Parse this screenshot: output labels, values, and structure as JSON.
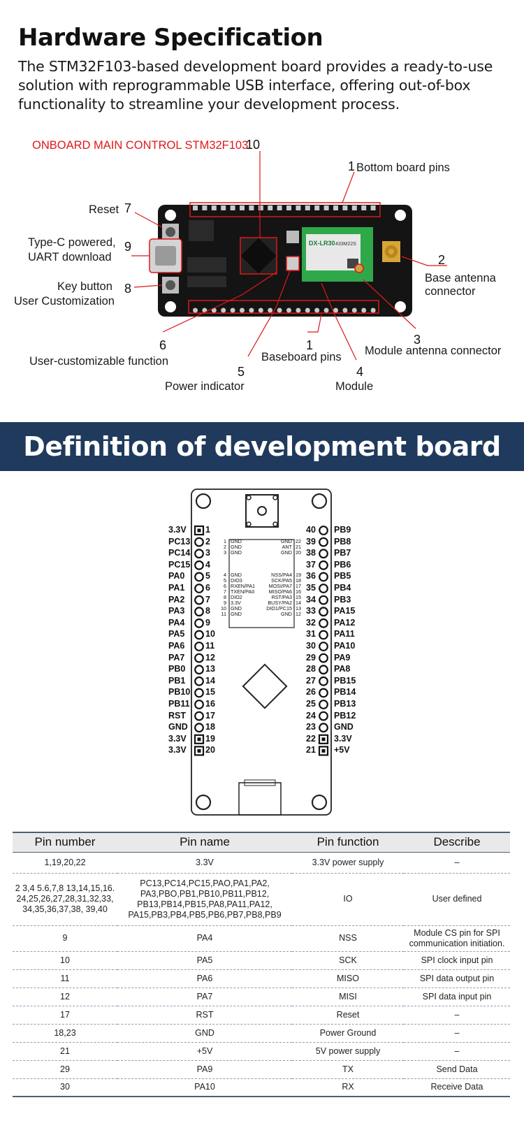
{
  "header": {
    "title": "Hardware Specification",
    "description": "The STM32F103-based development board provides a ready-to-use solution with reprogrammable USB interface, offering out-of-box functionality to streamline your development process."
  },
  "board": {
    "callouts": {
      "main_control": "ONBOARD MAIN CONTROL STM32F103",
      "main_control_num": "10",
      "bottom_pins": "Bottom board pins",
      "bottom_pins_num": "1",
      "reset": "Reset",
      "reset_num": "7",
      "typec_1": "Type-C powered,",
      "typec_2": "UART download",
      "typec_num": "9",
      "key_1": "Key button",
      "key_2": "User Customization",
      "key_num": "8",
      "base_ant_1": "Base antenna",
      "base_ant_2": "connector",
      "base_ant_num": "2",
      "user_func": "User-customizable function",
      "user_func_num": "6",
      "baseboard_pins": "Baseboard pins",
      "baseboard_pins_num": "1",
      "module_ant": "Module antenna connector",
      "module_ant_num": "3",
      "power_ind": "Power indicator",
      "power_ind_num": "5",
      "module": "Module",
      "module_num": "4"
    },
    "module_label": "DX-LR30",
    "module_sub": "433M22S"
  },
  "banner": {
    "title": "Definition of development board pins"
  },
  "pins": {
    "left": [
      "3.3V",
      "PC13",
      "PC14",
      "PC15",
      "PA0",
      "PA1",
      "PA2",
      "PA3",
      "PA4",
      "PA5",
      "PA6",
      "PA7",
      "PB0",
      "PB1",
      "PB10",
      "PB11",
      "RST",
      "GND",
      "3.3V",
      "3.3V"
    ],
    "right": [
      "PB9",
      "PB8",
      "PB7",
      "PB6",
      "PB5",
      "PB4",
      "PB3",
      "PA15",
      "PA12",
      "PA11",
      "PA10",
      "PA9",
      "PA8",
      "PB15",
      "PB14",
      "PB13",
      "PB12",
      "GND",
      "3.3V",
      "+5V"
    ],
    "module_left": [
      "GND",
      "GND",
      "GND",
      "GND",
      "DIO3",
      "RXEN/PA1",
      "TXEN/PA0",
      "DIO2",
      "3.3V",
      "GND",
      "GND"
    ],
    "module_left_num": [
      "1",
      "2",
      "3",
      "4",
      "5",
      "6",
      "7",
      "8",
      "9",
      "10",
      "11"
    ],
    "module_right": [
      "GND",
      "ANT",
      "GND",
      "NSS/PA4",
      "SCK/PA5",
      "MOSI/PA7",
      "MISO/PA6",
      "RST/PA3",
      "BUSY/PA2",
      "DIO1/PC15",
      "GND"
    ],
    "module_right_num": [
      "22",
      "21",
      "20",
      "19",
      "18",
      "17",
      "16",
      "15",
      "14",
      "13",
      "12"
    ]
  },
  "table": {
    "headers": [
      "Pin number",
      "Pin name",
      "Pin function",
      "Describe"
    ],
    "rows": [
      [
        "1,19,20,22",
        "3.3V",
        "3.3V power supply",
        "–"
      ],
      [
        "2 3,4 5.6,7,8 13,14,15,16. 24,25,26,27,28,31,32,33, 34,35,36,37,38, 39,40",
        "PC13,PC14,PC15,PAO,PA1,PA2, PA3,PBO,PB1,PB10,PB11,PB12, PB13,PB14,PB15,PA8,PA11,PA12, PA15,PB3,PB4,PB5,PB6,PB7,PB8,PB9",
        "IO",
        "User defined"
      ],
      [
        "9",
        "PA4",
        "NSS",
        "Module CS pin for SPI communication initiation."
      ],
      [
        "10",
        "PA5",
        "SCK",
        "SPI clock input pin"
      ],
      [
        "11",
        "PA6",
        "MISO",
        "SPI data output pin"
      ],
      [
        "12",
        "PA7",
        "MISI",
        "SPI data input pin"
      ],
      [
        "17",
        "RST",
        "Reset",
        "–"
      ],
      [
        "18,23",
        "GND",
        "Power Ground",
        "–"
      ],
      [
        "21",
        "+5V",
        "5V power supply",
        "–"
      ],
      [
        "29",
        "PA9",
        "TX",
        "Send Data"
      ],
      [
        "30",
        "PA10",
        "RX",
        "Receive Data"
      ]
    ]
  },
  "colors": {
    "banner": "#1f3a5c",
    "callout_red": "#e01818",
    "board": "#141414",
    "module": "#2fa84a"
  }
}
